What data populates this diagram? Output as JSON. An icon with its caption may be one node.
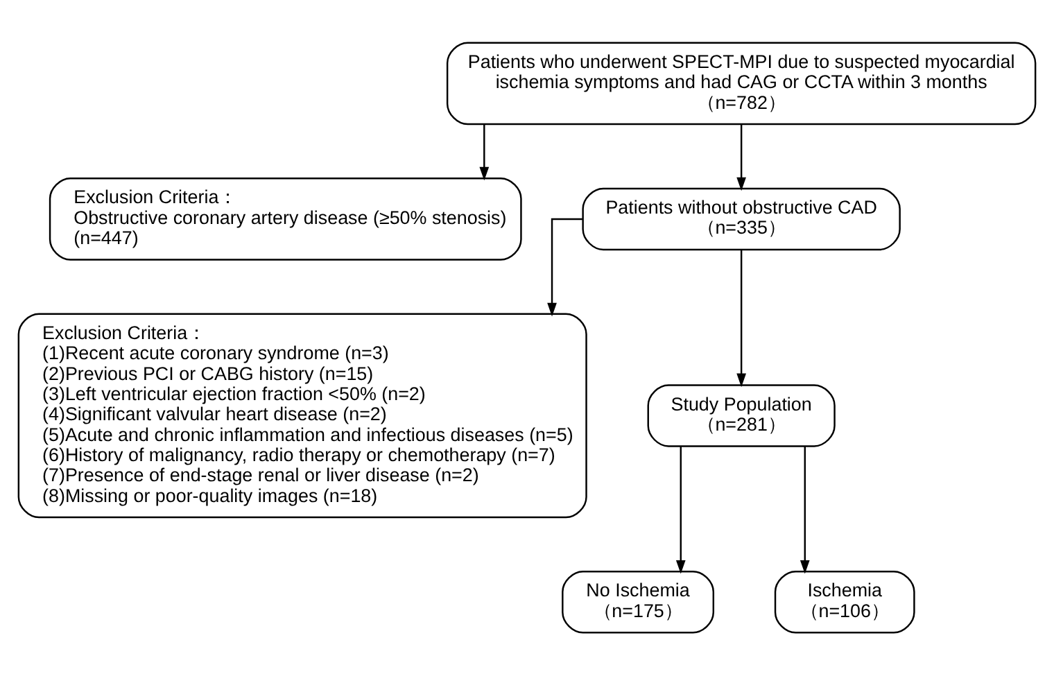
{
  "diagram": {
    "nodes": [
      {
        "text": [
          "Patients who underwent SPECT-MPI due to suspected myocardial ischemia symptoms and had CAG or CCTA within 3 months",
          "（n=782）"
        ]
      },
      {
        "text": [
          "Exclusion Criteria：",
          "Obstructive coronary artery disease (≥50% stenosis)",
          "(n=447)"
        ]
      },
      {
        "text": [
          "Patients without obstructive CAD",
          "（n=335）"
        ]
      },
      {
        "text": [
          "Exclusion Criteria：",
          "(1)Recent acute coronary syndrome (n=3)",
          "(2)Previous PCI or CABG history (n=15)",
          "(3)Left ventricular ejection fraction <50% (n=2)",
          "(4)Significant valvular heart disease (n=2)",
          "(5)Acute and chronic inflammation and infectious diseases (n=5)",
          "(6)History of malignancy, radio therapy or chemotherapy (n=7)",
          "(7)Presence of end-stage renal or liver disease (n=2)",
          "(8)Missing or poor-quality images (n=18)"
        ]
      },
      {
        "text": [
          "Study Population",
          "（n=281）"
        ]
      },
      {
        "text": [
          "No Ischemia",
          "（n=175）"
        ]
      },
      {
        "text": [
          "Ischemia",
          "（n=106）"
        ]
      }
    ],
    "edges": [
      {
        "from": 0,
        "to": 2,
        "arrow": "to"
      },
      {
        "from": 0,
        "to": 1,
        "arrow": "to"
      },
      {
        "from": 2,
        "to": 4,
        "arrow": "to"
      },
      {
        "from": 2,
        "to": 3,
        "arrow": "to"
      },
      {
        "from": 4,
        "to": 5,
        "arrow": "to"
      },
      {
        "from": 4,
        "to": 6,
        "arrow": "to"
      }
    ]
  }
}
